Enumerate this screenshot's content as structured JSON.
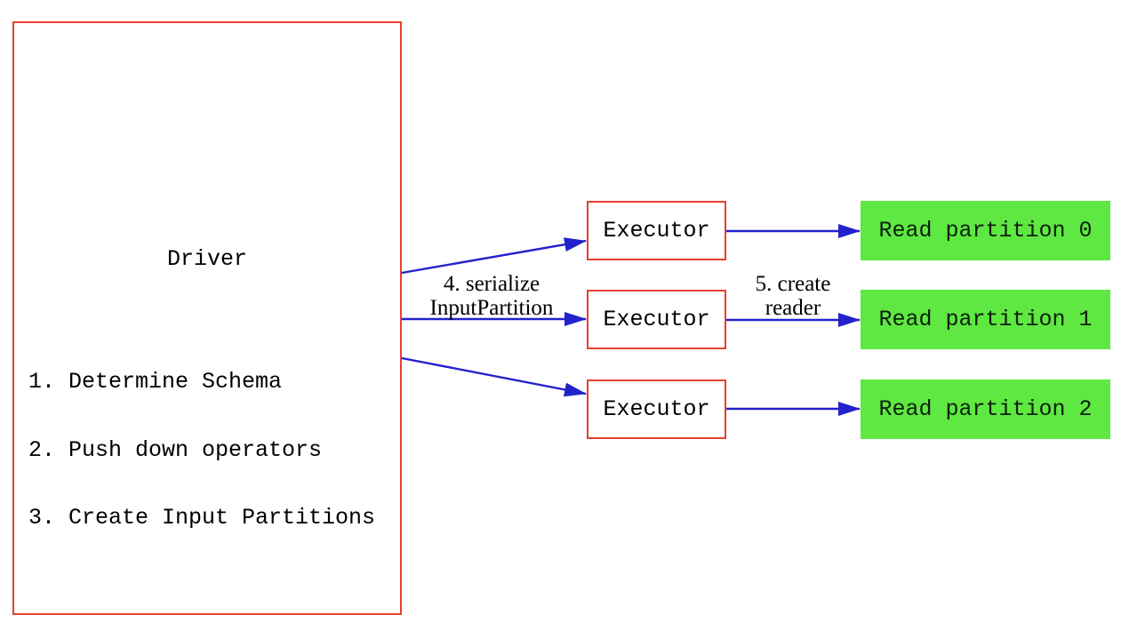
{
  "driver": {
    "title": "Driver",
    "steps": [
      "1. Determine Schema",
      "2. Push down operators",
      "3. Create Input Partitions"
    ]
  },
  "executors": [
    {
      "label": "Executor"
    },
    {
      "label": "Executor"
    },
    {
      "label": "Executor"
    }
  ],
  "partitions": [
    {
      "label": "Read partition 0"
    },
    {
      "label": "Read partition 1"
    },
    {
      "label": "Read partition 2"
    }
  ],
  "edge_labels": {
    "serialize": {
      "line1": "4. serialize",
      "line2": "InputPartition"
    },
    "create_reader": {
      "line1": "5. create",
      "line2": "reader"
    }
  },
  "colors": {
    "box_border": "#e8402f",
    "arrow_blue": "#2222cc",
    "partition_green": "#5ee841",
    "text_black": "#000000"
  }
}
